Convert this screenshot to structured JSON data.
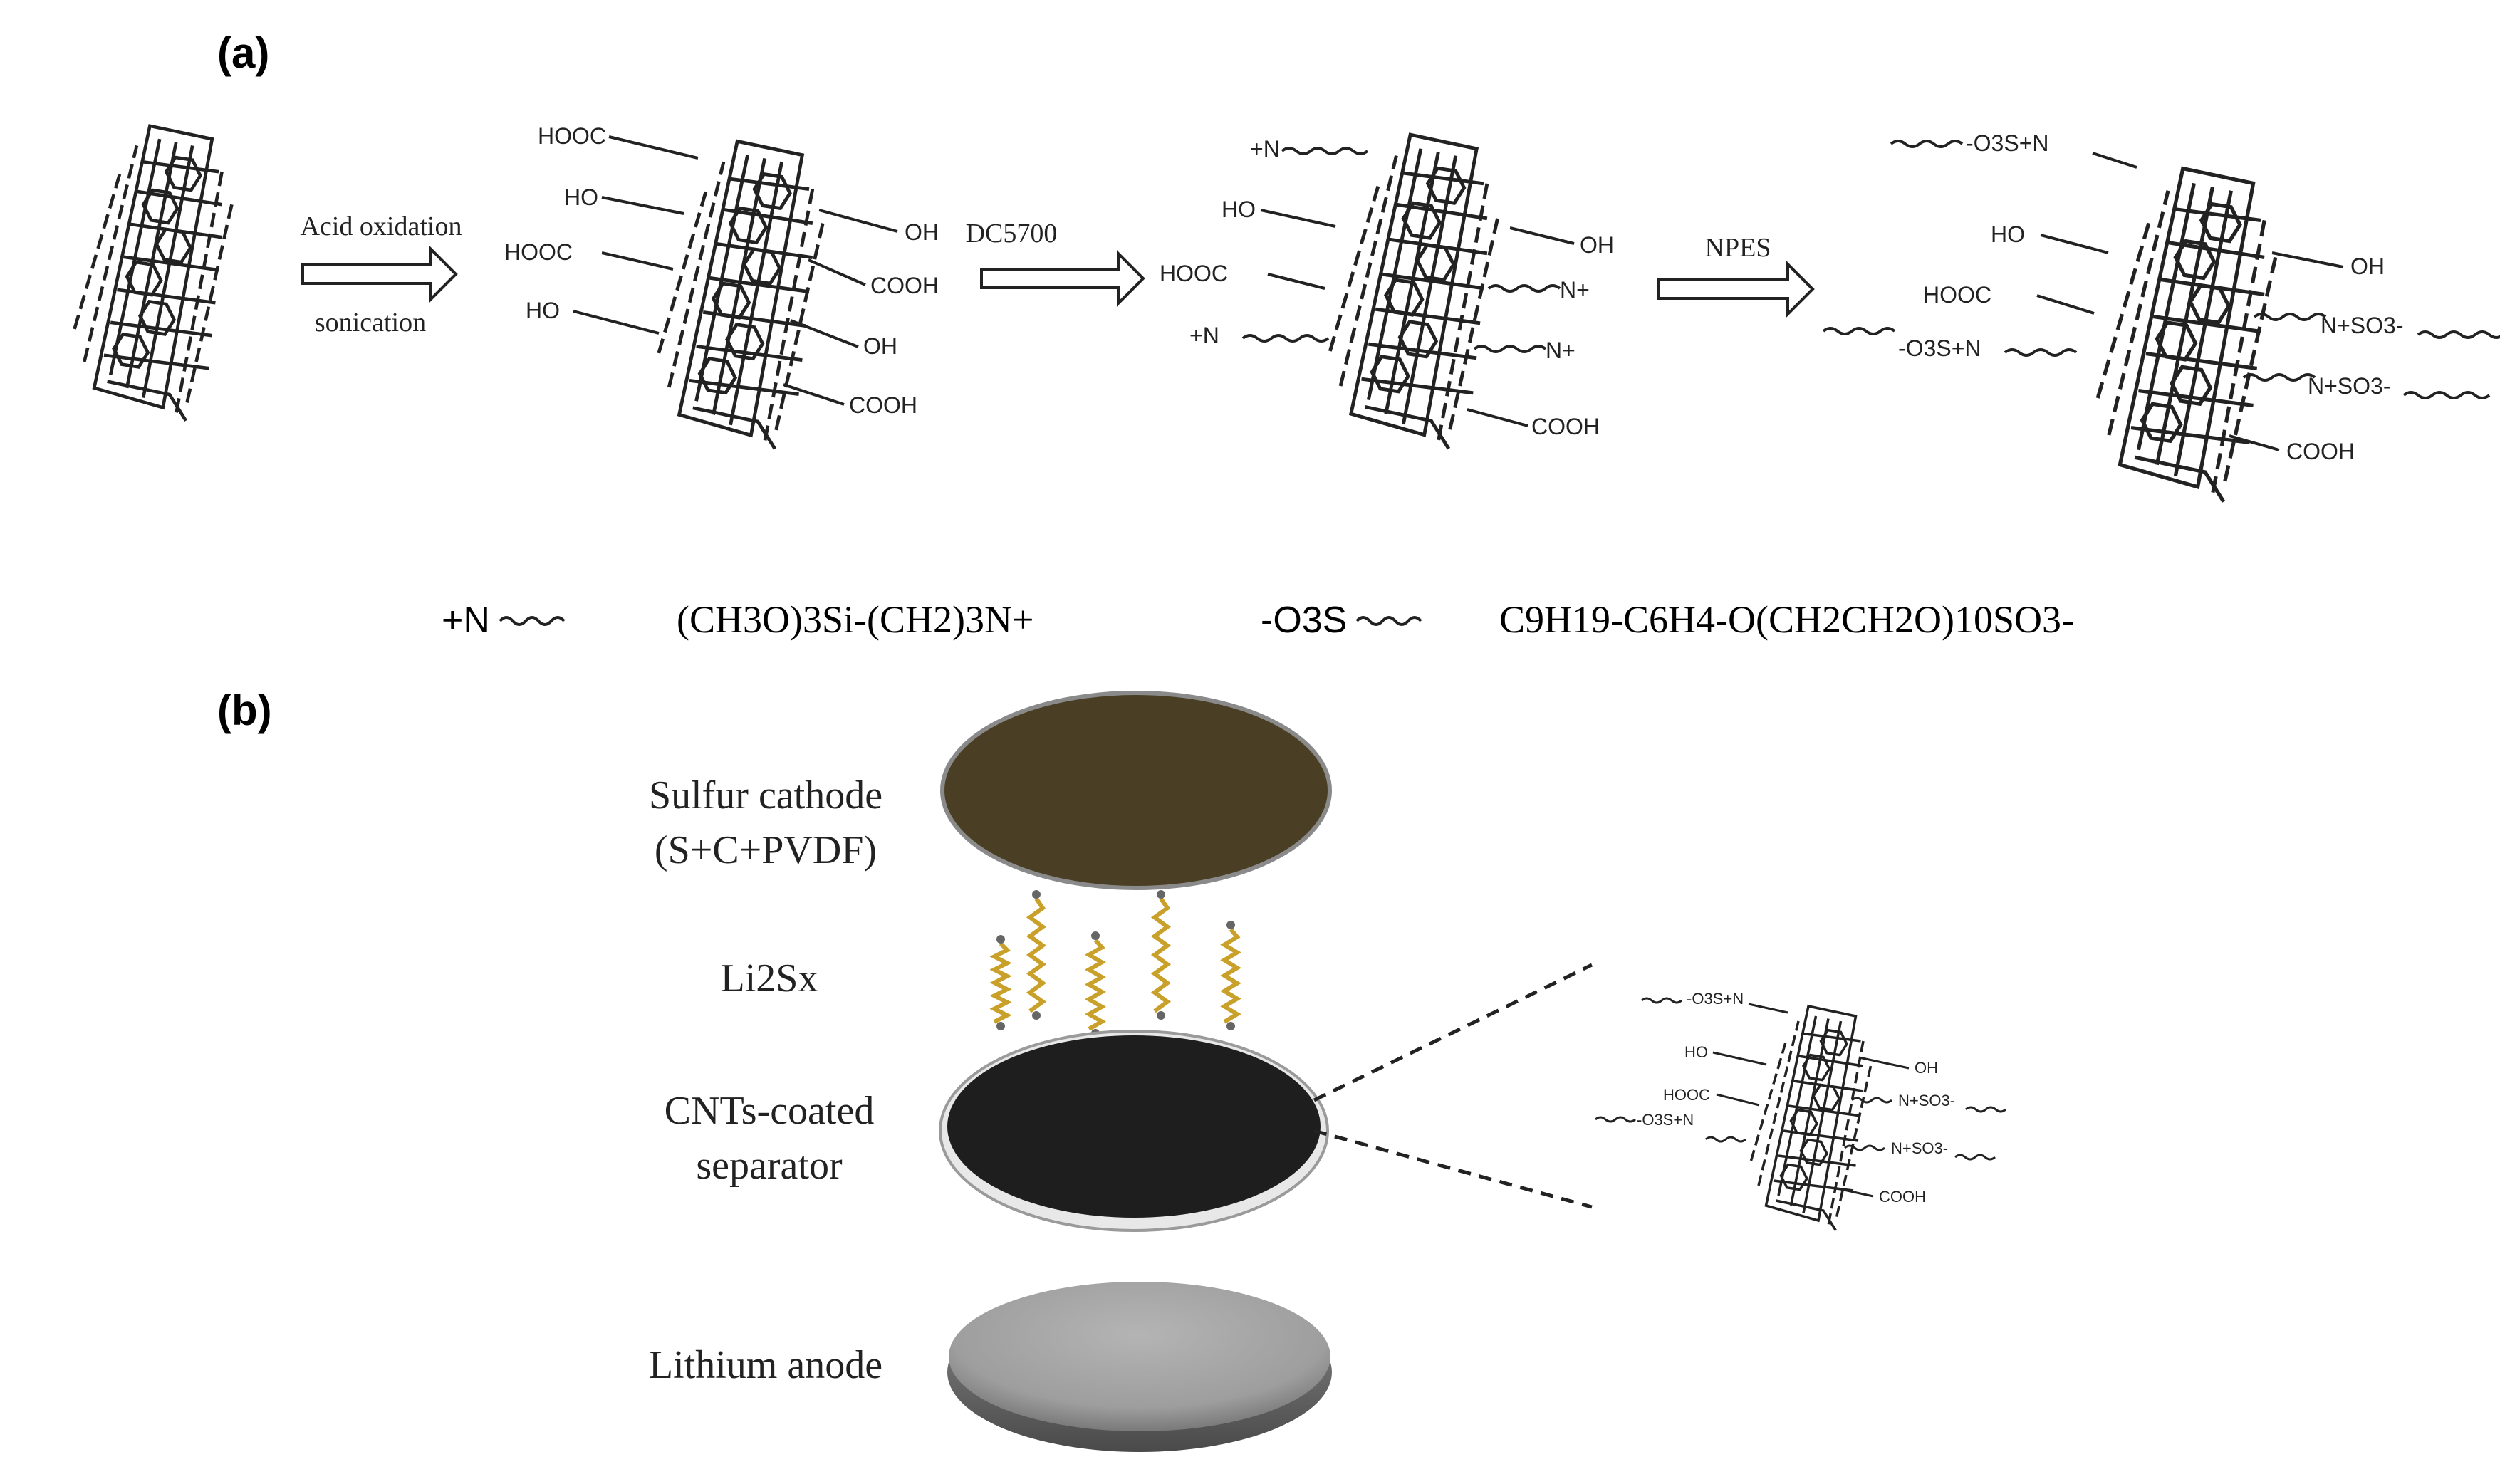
{
  "panel_a": {
    "label": "(a)",
    "arrows": [
      {
        "top": "Acid oxidation",
        "bottom": "sonication"
      },
      {
        "top": "DC5700",
        "bottom": ""
      },
      {
        "top": "NPES",
        "bottom": ""
      }
    ],
    "stage2": {
      "left": [
        "HOOC",
        "HO",
        "HOOC",
        "HO"
      ],
      "right": [
        "OH",
        "COOH",
        "OH",
        "COOH"
      ]
    },
    "stage3": {
      "left": [
        "+N",
        "HO",
        "HOOC",
        "+N"
      ],
      "right": [
        "OH",
        "N+",
        "N+",
        "COOH"
      ]
    },
    "stage4": {
      "left": [
        "-O3S+N",
        "HO",
        "HOOC",
        "-O3S+N"
      ],
      "right": [
        "OH",
        "N+SO3-",
        "N+SO3-",
        "COOH"
      ]
    },
    "legend": {
      "n_symbol": "+N",
      "n_formula": "(CH3O)3Si-(CH2)3N+",
      "s_symbol": "-O3S",
      "s_formula": "C9H19-C6H4-O(CH2CH2O)10SO3-"
    }
  },
  "panel_b": {
    "label": "(b)",
    "cathode": {
      "line1": "Sulfur cathode",
      "line2": "(S+C+PVDF)",
      "color": "#4a3f24"
    },
    "polysulfide": "Li2Sx",
    "separator": {
      "line1": "CNTs-coated",
      "line2": "separator",
      "color": "#1e1e1e"
    },
    "anode": {
      "label": "Lithium anode",
      "color": "#a6a6a6"
    },
    "chain_color": "#c9a12a",
    "inset": {
      "left": [
        "-O3S+N",
        "HO",
        "HOOC",
        "-O3S+N"
      ],
      "right": [
        "OH",
        "N+SO3-",
        "N+SO3-",
        "COOH"
      ]
    }
  }
}
